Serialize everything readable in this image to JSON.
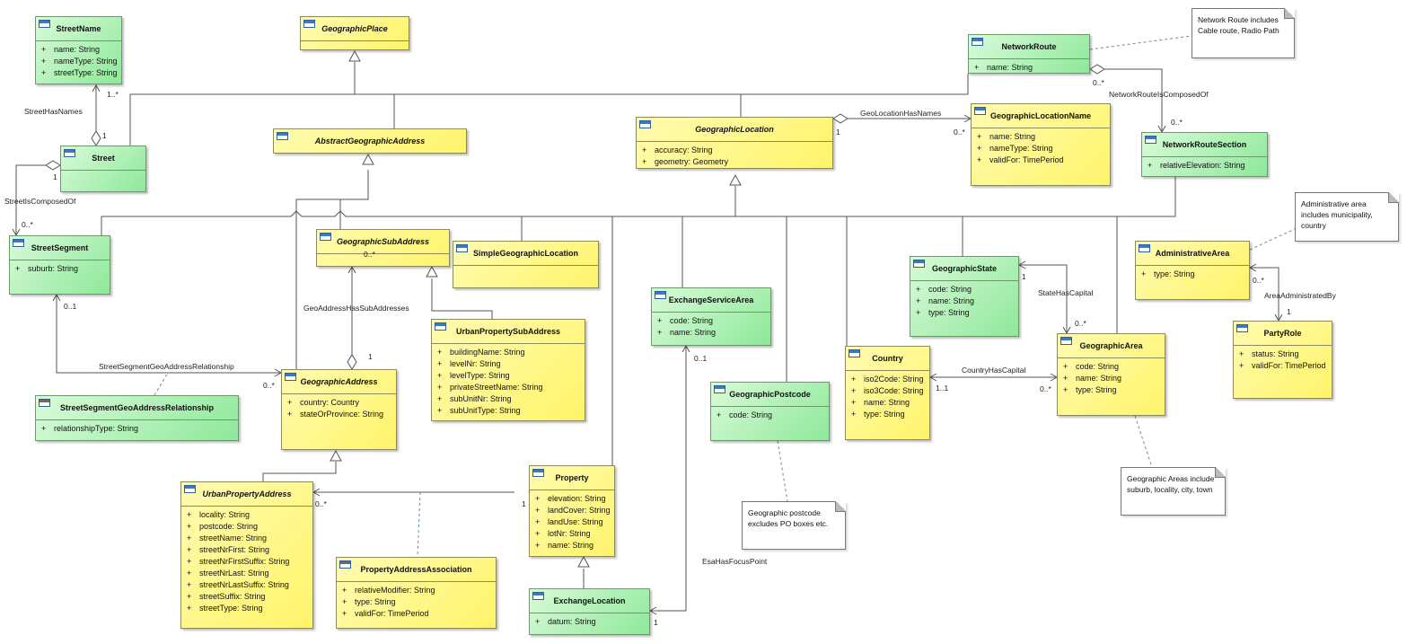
{
  "classes": [
    {
      "key": "streetname",
      "name": "StreetName",
      "abstract": false,
      "fill": "green",
      "attrs": [
        "name: String",
        "nameType: String",
        "streetType: String"
      ]
    },
    {
      "key": "geographicplace",
      "name": "GeographicPlace",
      "abstract": true,
      "fill": "yellow",
      "attrs": []
    },
    {
      "key": "street",
      "name": "Street",
      "abstract": false,
      "fill": "green",
      "attrs": []
    },
    {
      "key": "abstractgeographicaddress",
      "name": "AbstractGeographicAddress",
      "abstract": true,
      "fill": "yellow",
      "attrs": []
    },
    {
      "key": "geographiclocation",
      "name": "GeographicLocation",
      "abstract": true,
      "fill": "yellow",
      "attrs": [
        "accuracy: String",
        "geometry: Geometry"
      ]
    },
    {
      "key": "networkroute",
      "name": "NetworkRoute",
      "abstract": false,
      "fill": "green",
      "attrs": [
        "name: String"
      ]
    },
    {
      "key": "geographiclocationname",
      "name": "GeographicLocationName",
      "abstract": false,
      "fill": "yellow",
      "attrs": [
        "name: String",
        "nameType: String",
        "validFor: TimePeriod"
      ]
    },
    {
      "key": "networkroutesection",
      "name": "NetworkRouteSection",
      "abstract": false,
      "fill": "green",
      "attrs": [
        "relativeElevation: String"
      ]
    },
    {
      "key": "streetsegment",
      "name": "StreetSegment",
      "abstract": false,
      "fill": "green",
      "attrs": [
        "suburb: String"
      ]
    },
    {
      "key": "geographicsubaddress",
      "name": "GeographicSubAddress",
      "abstract": true,
      "fill": "yellow",
      "attrs": []
    },
    {
      "key": "simplegeographiclocation",
      "name": "SimpleGeographicLocation",
      "abstract": false,
      "fill": "yellow",
      "attrs": []
    },
    {
      "key": "urbanpropertysubaddress",
      "name": "UrbanPropertySubAddress",
      "abstract": false,
      "fill": "yellow",
      "attrs": [
        "buildingName: String",
        "levelNr: String",
        "levelType: String",
        "privateStreetName: String",
        "subUnitNr: String",
        "subUnitType: String"
      ]
    },
    {
      "key": "exchangeservicearea",
      "name": "ExchangeServiceArea",
      "abstract": false,
      "fill": "green",
      "attrs": [
        "code: String",
        "name: String"
      ]
    },
    {
      "key": "geographicstate",
      "name": "GeographicState",
      "abstract": false,
      "fill": "green",
      "attrs": [
        "code: String",
        "name: String",
        "type: String"
      ]
    },
    {
      "key": "administrativearea",
      "name": "AdministrativeArea",
      "abstract": false,
      "fill": "yellow",
      "attrs": [
        "type: String"
      ]
    },
    {
      "key": "partyrole",
      "name": "PartyRole",
      "abstract": false,
      "fill": "yellow",
      "attrs": [
        "status: String",
        "validFor: TimePeriod"
      ]
    },
    {
      "key": "country",
      "name": "Country",
      "abstract": false,
      "fill": "yellow",
      "attrs": [
        "iso2Code: String",
        "iso3Code: String",
        "name: String",
        "type: String"
      ]
    },
    {
      "key": "geographicarea",
      "name": "GeographicArea",
      "abstract": false,
      "fill": "yellow",
      "attrs": [
        "code: String",
        "name: String",
        "type: String"
      ]
    },
    {
      "key": "geographicpostcode",
      "name": "GeographicPostcode",
      "abstract": false,
      "fill": "green",
      "attrs": [
        "code: String"
      ]
    },
    {
      "key": "geographicaddress",
      "name": "GeographicAddress",
      "abstract": true,
      "fill": "yellow",
      "attrs": [
        "country: Country",
        "stateOrProvince: String"
      ]
    },
    {
      "key": "streetsegmentgeoaddressrelationship",
      "name": "StreetSegmentGeoAddressRelationship",
      "abstract": false,
      "fill": "green",
      "assocClass": true,
      "attrs": [
        "relationshipType: String"
      ]
    },
    {
      "key": "urbanpropertyaddress",
      "name": "UrbanPropertyAddress",
      "abstract": true,
      "fill": "yellow",
      "attrs": [
        "locality: String",
        "postcode: String",
        "streetName: String",
        "streetNrFirst: String",
        "streetNrFirstSuffix: String",
        "streetNrLast: String",
        "streetNrLastSuffix: String",
        "streetSuffix: String",
        "streetType: String"
      ]
    },
    {
      "key": "property",
      "name": "Property",
      "abstract": false,
      "fill": "yellow",
      "attrs": [
        "elevation: String",
        "landCover: String",
        "landUse: String",
        "lotNr: String",
        "name: String"
      ]
    },
    {
      "key": "propertyaddressassociation",
      "name": "PropertyAddressAssociation",
      "abstract": false,
      "fill": "yellow",
      "assocClass": true,
      "attrs": [
        "relativeModifier: String",
        "type: String",
        "validFor: TimePeriod"
      ]
    },
    {
      "key": "exchangelocation",
      "name": "ExchangeLocation",
      "abstract": false,
      "fill": "green",
      "attrs": [
        "datum: String"
      ]
    }
  ],
  "notes": [
    {
      "key": "note-networkroute",
      "lines": [
        "Network Route includes",
        "Cable route, Radio Path"
      ]
    },
    {
      "key": "note-administrativearea",
      "lines": [
        "Administrative area",
        "includes municipality,",
        "country"
      ]
    },
    {
      "key": "note-geographicarea",
      "lines": [
        "Geographic Areas include",
        "suburb, locality, city, town"
      ]
    },
    {
      "key": "note-geographicpostcode",
      "lines": [
        "Geographic postcode",
        "excludes PO boxes etc."
      ]
    }
  ],
  "labels": [
    {
      "key": "streethasnames",
      "text": "StreetHasNames"
    },
    {
      "key": "streetiscomposedof",
      "text": "StreetIsComposedOf"
    },
    {
      "key": "geolocationhasnames",
      "text": "GeoLocationHasNames"
    },
    {
      "key": "networkrouteiscomposedof",
      "text": "NetworkRouteIsComposedOf"
    },
    {
      "key": "geoaddresshassubaddresses",
      "text": "GeoAddressHasSubAddresses"
    },
    {
      "key": "streetsegmentgeoaddressrelationship-label",
      "text": "StreetSegmentGeoAddressRelationship"
    },
    {
      "key": "statehascapital",
      "text": "StateHasCapital"
    },
    {
      "key": "areaadministratedby",
      "text": "AreaAdministratedBy"
    },
    {
      "key": "countryhascapital",
      "text": "CountryHasCapital"
    },
    {
      "key": "esahasfocuspoint",
      "text": "EsaHasFocusPoint"
    }
  ],
  "multiplicities": [
    {
      "key": "m1",
      "text": "1..*"
    },
    {
      "key": "m2",
      "text": "1"
    },
    {
      "key": "m3",
      "text": "1"
    },
    {
      "key": "m4",
      "text": "0..*"
    },
    {
      "key": "m5",
      "text": "1"
    },
    {
      "key": "m6",
      "text": "0..*"
    },
    {
      "key": "m7",
      "text": "0..*"
    },
    {
      "key": "m8",
      "text": "0..*"
    },
    {
      "key": "m9",
      "text": "0..1"
    },
    {
      "key": "m10",
      "text": "0..*"
    },
    {
      "key": "m11",
      "text": "0..*"
    },
    {
      "key": "m12",
      "text": "1"
    },
    {
      "key": "m13",
      "text": "0..1"
    },
    {
      "key": "m14",
      "text": "1"
    },
    {
      "key": "m15",
      "text": "0..*"
    },
    {
      "key": "m16",
      "text": "0..*"
    },
    {
      "key": "m17",
      "text": "1"
    },
    {
      "key": "m18",
      "text": "1..1"
    },
    {
      "key": "m19",
      "text": "0..*"
    },
    {
      "key": "m20",
      "text": "0..*"
    },
    {
      "key": "m21",
      "text": "1"
    },
    {
      "key": "m22",
      "text": "1"
    }
  ],
  "colors": {
    "class_yellow": "#fff46a",
    "class_green": "#8ee89a",
    "line": "#555555",
    "note_border": "#777777"
  }
}
